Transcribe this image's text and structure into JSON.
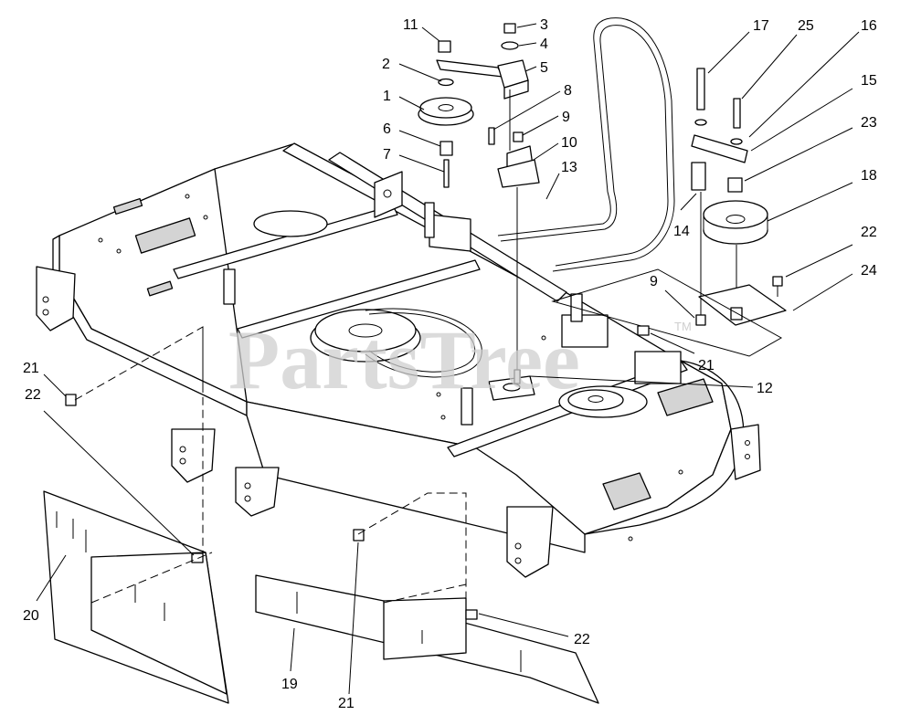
{
  "watermark": {
    "text": "PartsTree",
    "trademark": "TM"
  },
  "callouts": [
    {
      "id": "c-11",
      "label": "11"
    },
    {
      "id": "c-3",
      "label": "3"
    },
    {
      "id": "c-4",
      "label": "4"
    },
    {
      "id": "c-2",
      "label": "2"
    },
    {
      "id": "c-5",
      "label": "5"
    },
    {
      "id": "c-1",
      "label": "1"
    },
    {
      "id": "c-8",
      "label": "8"
    },
    {
      "id": "c-9a",
      "label": "9"
    },
    {
      "id": "c-6",
      "label": "6"
    },
    {
      "id": "c-10",
      "label": "10"
    },
    {
      "id": "c-7",
      "label": "7"
    },
    {
      "id": "c-13",
      "label": "13"
    },
    {
      "id": "c-17",
      "label": "17"
    },
    {
      "id": "c-25",
      "label": "25"
    },
    {
      "id": "c-16",
      "label": "16"
    },
    {
      "id": "c-15",
      "label": "15"
    },
    {
      "id": "c-23",
      "label": "23"
    },
    {
      "id": "c-18",
      "label": "18"
    },
    {
      "id": "c-14",
      "label": "14"
    },
    {
      "id": "c-22a",
      "label": "22"
    },
    {
      "id": "c-24",
      "label": "24"
    },
    {
      "id": "c-9b",
      "label": "9"
    },
    {
      "id": "c-21a",
      "label": "21"
    },
    {
      "id": "c-12",
      "label": "12"
    },
    {
      "id": "c-21b",
      "label": "21"
    },
    {
      "id": "c-22b",
      "label": "22"
    },
    {
      "id": "c-20",
      "label": "20"
    },
    {
      "id": "c-22c",
      "label": "22"
    },
    {
      "id": "c-19",
      "label": "19"
    },
    {
      "id": "c-21c",
      "label": "21"
    }
  ]
}
